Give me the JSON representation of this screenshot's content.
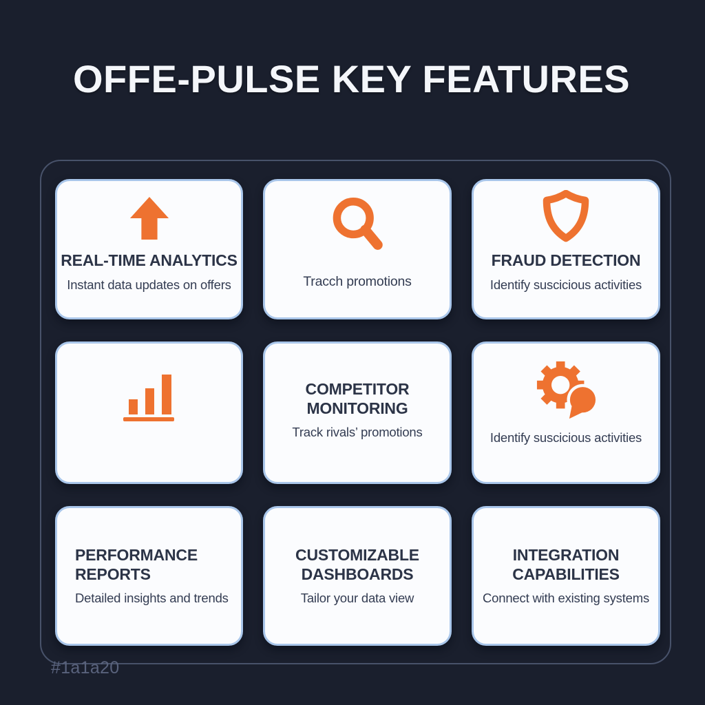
{
  "header": {
    "title": "OFFE-PULSE KEY FEATURES"
  },
  "colors": {
    "background": "#1a1f2d",
    "accent_orange": "#ee7230",
    "card_background": "#fbfcfe",
    "card_border": "#a9c6ea",
    "frame_border": "#48526a",
    "heading_text": "#2c3447",
    "body_text": "#333c52",
    "footer_text": "#59627c"
  },
  "features": [
    {
      "icon": "arrow-up-icon",
      "title": "REAL-TIME ANALYTICS",
      "description": "Instant data updates on offers"
    },
    {
      "icon": "magnifier-icon",
      "title": "",
      "description": "Tracch promotions"
    },
    {
      "icon": "shield-icon",
      "title": "FRAUD DETECTION",
      "description": "Identify suscicious activities"
    },
    {
      "icon": "bar-chart-icon",
      "title": "",
      "description": ""
    },
    {
      "icon": "",
      "title": "COMPETITOR MONITORING",
      "description": "Track rivals’ promotions"
    },
    {
      "icon": "gear-chat-icon",
      "title": "",
      "description": "Identify suscicious activities"
    },
    {
      "icon": "",
      "title": "PERFORMANCE REPORTS",
      "description": "Detailed insights and trends"
    },
    {
      "icon": "",
      "title": "CUSTOMIZABLE DASHBOARDS",
      "description": "Tailor your data view"
    },
    {
      "icon": "",
      "title": "INTEGRATION CAPABILITIES",
      "description": "Connect with existing systems"
    }
  ],
  "footer": {
    "label": "#1a1a20"
  }
}
